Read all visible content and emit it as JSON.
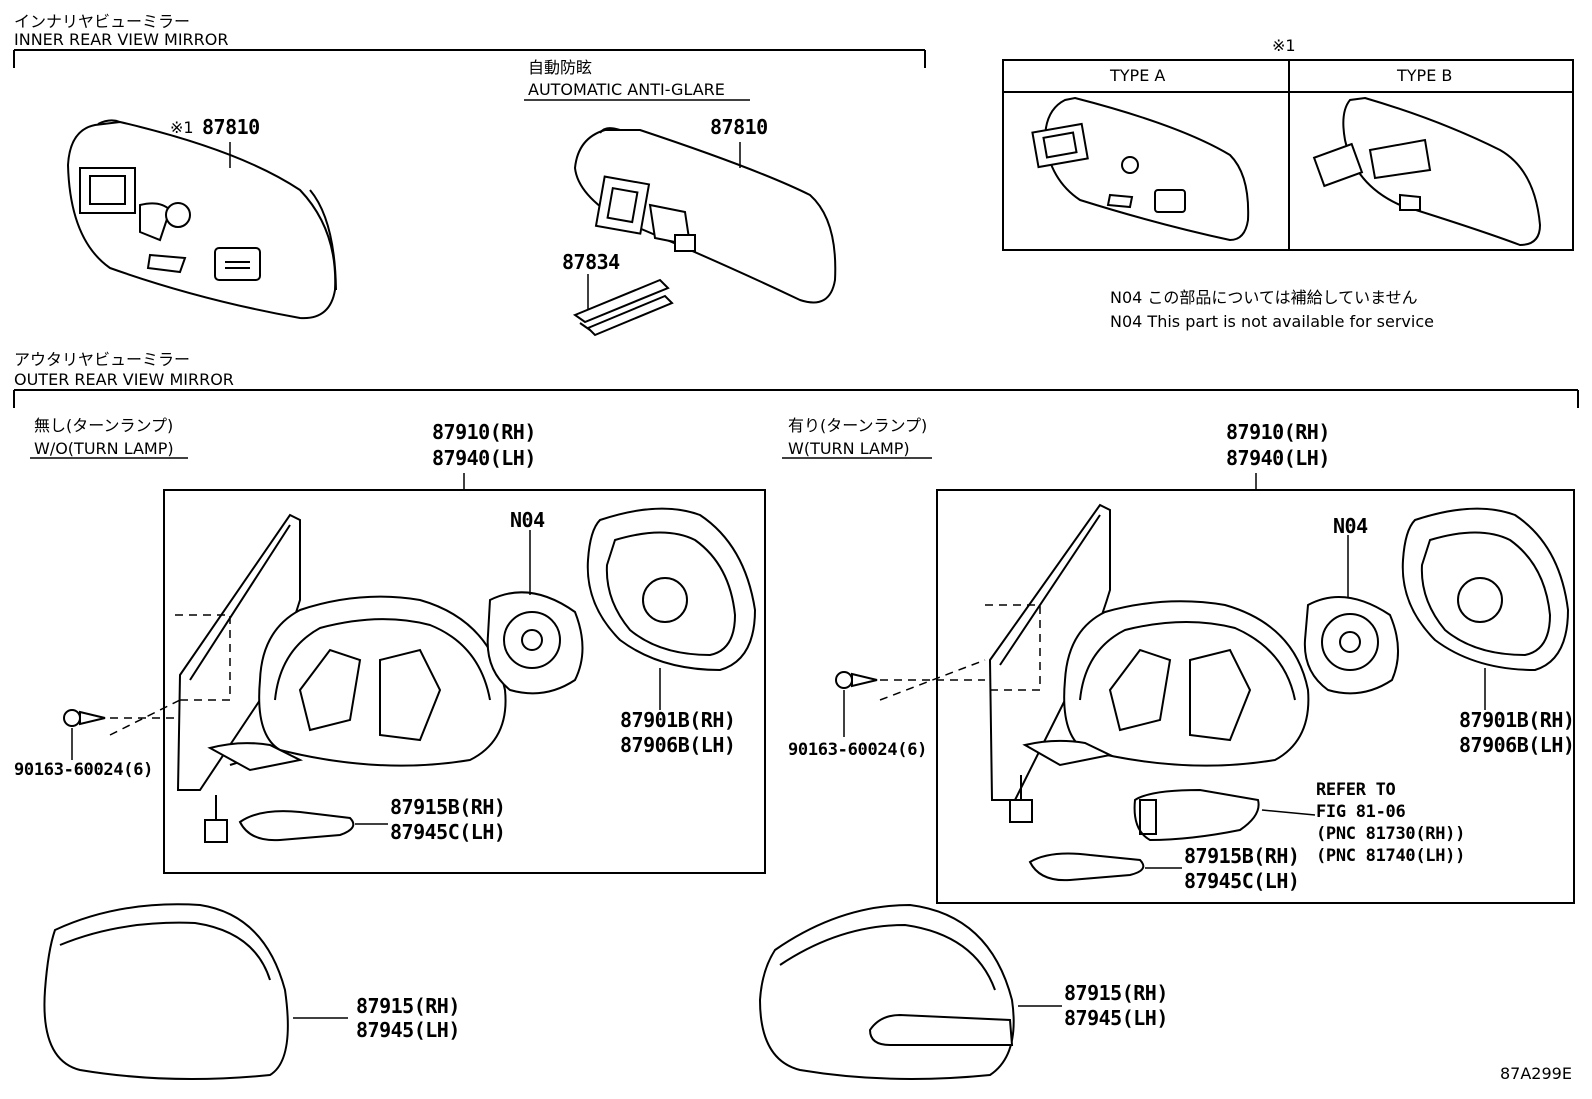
{
  "inner": {
    "title_jp": "インナリヤビューミラー",
    "title_en": "INNER REAR VIEW MIRROR",
    "auto_jp": "自動防眩",
    "auto_en": "AUTOMATIC ANTI-GLARE",
    "mark_pn": "※1",
    "pn_mirror_left": "87810",
    "pn_mirror_auto": "87810",
    "pn_clip": "87834"
  },
  "types": {
    "marker": "※1",
    "type_a": "TYPE A",
    "type_b": "TYPE B"
  },
  "note": {
    "jp": "N04 この部品については補給していません",
    "en": "N04 This part is not available for service"
  },
  "outer": {
    "title_jp": "アウタリヤビューミラー",
    "title_en": "OUTER REAR VIEW MIRROR",
    "left": {
      "variant_jp": "無し(ターンランプ)",
      "variant_en": "W/O(TURN LAMP)",
      "assy_rh": "87910(RH)",
      "assy_lh": "87940(LH)",
      "n04": "N04",
      "glass_rh": "87901B(RH)",
      "glass_lh": "87906B(LH)",
      "cover_in_rh": "87915B(RH)",
      "cover_in_lh": "87945C(LH)",
      "screw": "90163-60024(6)",
      "cap_rh": "87915(RH)",
      "cap_lh": "87945(LH)"
    },
    "right": {
      "variant_jp": "有り(ターンランプ)",
      "variant_en": "W(TURN LAMP)",
      "assy_rh": "87910(RH)",
      "assy_lh": "87940(LH)",
      "n04": "N04",
      "glass_rh": "87901B(RH)",
      "glass_lh": "87906B(LH)",
      "refer_1": "REFER TO",
      "refer_2": "FIG 81-06",
      "refer_3": "(PNC 81730(RH))",
      "refer_4": "(PNC 81740(LH))",
      "cover_in_rh": "87915B(RH)",
      "cover_in_lh": "87945C(LH)",
      "screw": "90163-60024(6)",
      "cap_rh": "87915(RH)",
      "cap_lh": "87945(LH)"
    }
  },
  "figure_id": "87A299E"
}
